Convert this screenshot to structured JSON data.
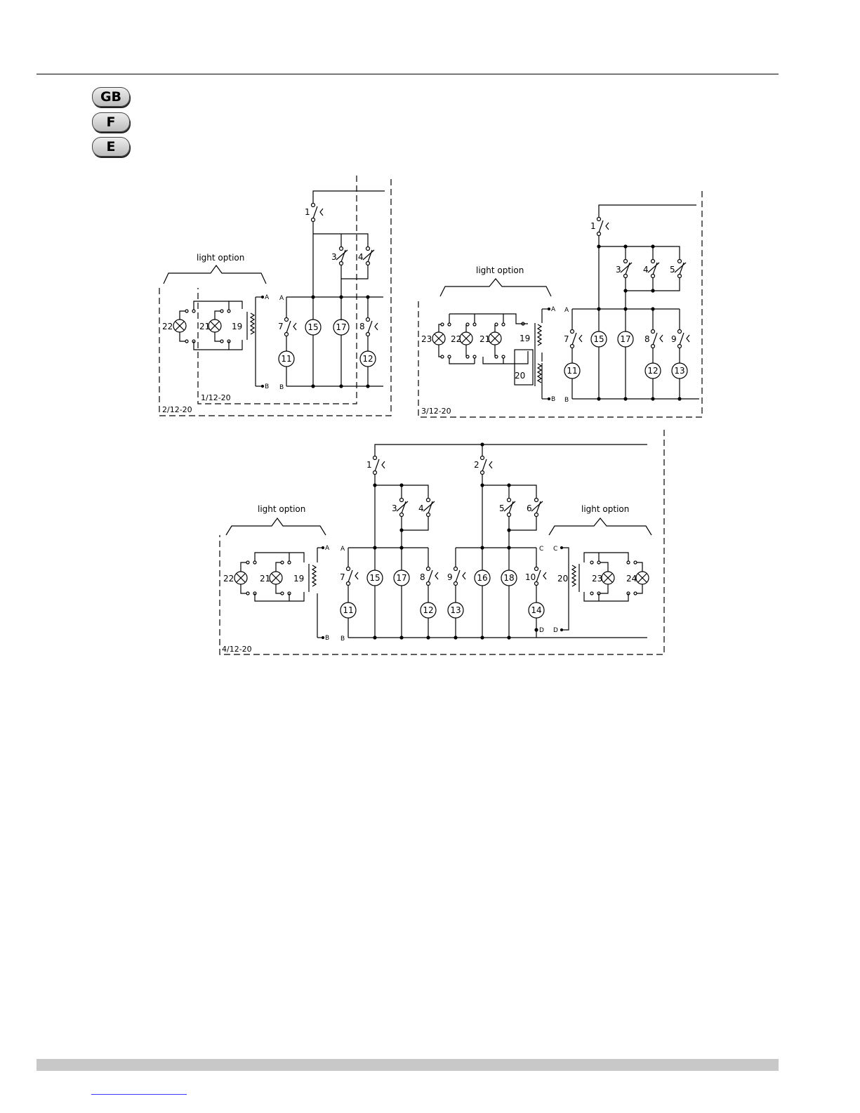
{
  "badges": {
    "gb": "GB",
    "f": "F",
    "e": "E"
  },
  "option_label": "light option",
  "diagrams": {
    "d1": {
      "inner_code": "1/12-20",
      "outer_code": "2/12-20",
      "lamps": [
        "22",
        "21"
      ],
      "transformer": "19",
      "main_switch": "1",
      "thermostats": [
        "3",
        "4"
      ],
      "switches": [
        "7",
        "8"
      ],
      "elements": [
        "15",
        "17"
      ],
      "loads": [
        "11",
        "12"
      ],
      "terminals": [
        "A",
        "B"
      ]
    },
    "d2": {
      "code": "3/12-20",
      "lamps": [
        "23",
        "22",
        "21"
      ],
      "transformers": [
        "19",
        "20"
      ],
      "main_switch": "1",
      "thermostats": [
        "3",
        "4",
        "5"
      ],
      "switches": [
        "7",
        "8",
        "9"
      ],
      "elements": [
        "15",
        "17"
      ],
      "loads": [
        "11",
        "12",
        "13"
      ],
      "terminals": [
        "A",
        "B"
      ]
    },
    "d3": {
      "code": "4/12-20",
      "lamps_left": [
        "22",
        "21"
      ],
      "transformer_left": "19",
      "lamps_right": [
        "23",
        "24"
      ],
      "transformer_right": "20",
      "main_switches": [
        "1",
        "2"
      ],
      "thermostats": [
        "3",
        "4",
        "5",
        "6"
      ],
      "switches": [
        "7",
        "8",
        "9",
        "10"
      ],
      "elements": [
        "15",
        "17",
        "16",
        "18"
      ],
      "loads": [
        "11",
        "12",
        "13",
        "14"
      ],
      "terminals": [
        "A",
        "B",
        "C",
        "D"
      ]
    }
  }
}
